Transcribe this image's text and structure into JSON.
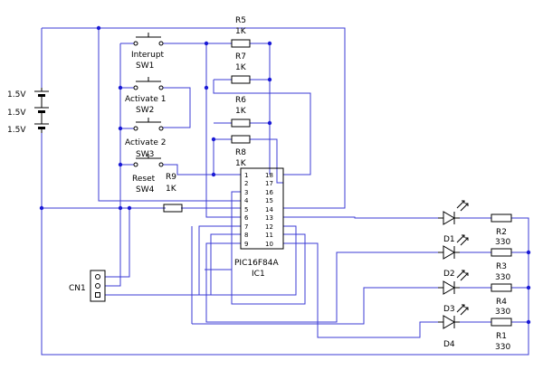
{
  "battery": {
    "cells": [
      "1.5V",
      "1.5V",
      "1.5V"
    ]
  },
  "switches": [
    {
      "name": "Interupt",
      "ref": "SW1"
    },
    {
      "name": "Activate 1",
      "ref": "SW2"
    },
    {
      "name": "Activate 2",
      "ref": "SW3"
    },
    {
      "name": "Reset",
      "ref": "SW4"
    }
  ],
  "resistors_top": [
    {
      "ref": "R5",
      "value": "1K"
    },
    {
      "ref": "R7",
      "value": "1K"
    },
    {
      "ref": "R6",
      "value": "1K"
    },
    {
      "ref": "R8",
      "value": "1K"
    }
  ],
  "r9": {
    "ref": "R9",
    "value": "1K"
  },
  "ic": {
    "part": "PIC16F84A",
    "ref": "IC1",
    "pins_left": [
      "1",
      "2",
      "3",
      "4",
      "5",
      "6",
      "7",
      "8",
      "9"
    ],
    "pins_right": [
      "18",
      "17",
      "16",
      "15",
      "14",
      "13",
      "12",
      "11",
      "10"
    ]
  },
  "connector": {
    "ref": "CN1"
  },
  "leds": [
    "D1",
    "D2",
    "D3",
    "D4"
  ],
  "led_resistors": [
    {
      "ref": "R2",
      "value": "330"
    },
    {
      "ref": "R3",
      "value": "330"
    },
    {
      "ref": "R4",
      "value": "330"
    },
    {
      "ref": "R1",
      "value": "330"
    }
  ]
}
